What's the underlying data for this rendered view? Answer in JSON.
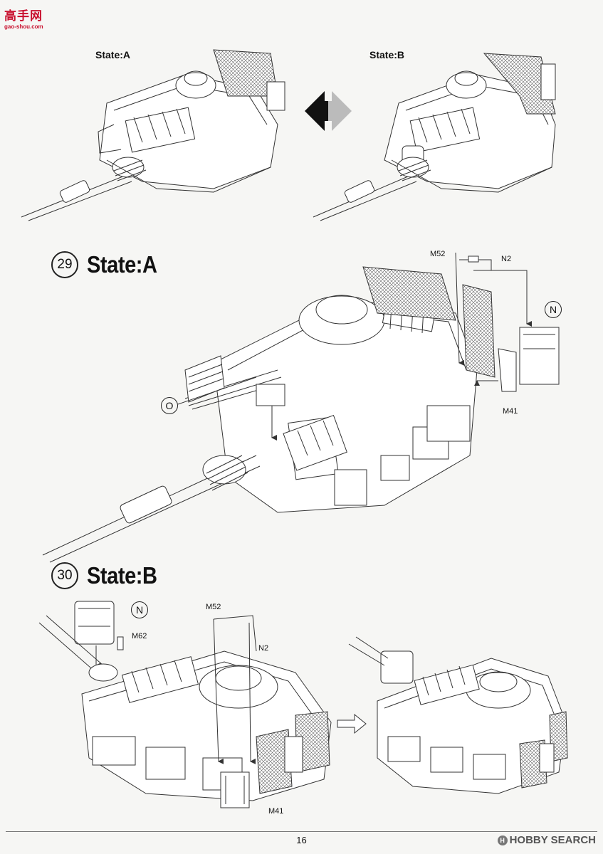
{
  "site_logo": {
    "name": "高手网",
    "url": "gao-shou.com"
  },
  "top": {
    "state_a": "State:A",
    "state_b": "State:B"
  },
  "steps": [
    {
      "number": "29",
      "title": "State:A",
      "parts": {
        "m52": "M52",
        "n2": "N2",
        "n": "N",
        "m41": "M41",
        "o": "O"
      }
    },
    {
      "number": "30",
      "title": "State:B",
      "parts": {
        "n": "N",
        "m62": "M62",
        "m52": "M52",
        "n2": "N2",
        "m41": "M41"
      }
    }
  ],
  "footer": {
    "page": "16",
    "watermark": "HOBBY SEARCH"
  }
}
